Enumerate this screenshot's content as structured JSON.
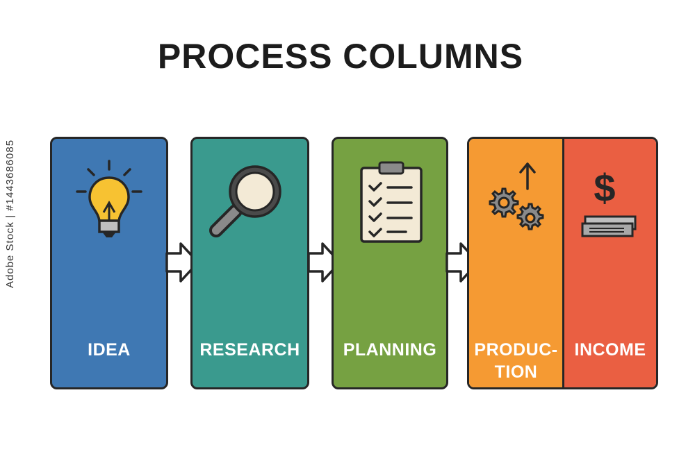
{
  "title": "PROCESS COLUMNS",
  "steps": [
    {
      "label": "IDEA",
      "color": "#3f78b3",
      "icon": "lightbulb-icon"
    },
    {
      "label": "RESEARCH",
      "color": "#3a9a8e",
      "icon": "magnifier-icon"
    },
    {
      "label": "PLANNING",
      "color": "#76a142",
      "icon": "clipboard-checklist-icon"
    },
    {
      "label": "PRODUC-\nTION",
      "color": "#f59a33",
      "icon": "gears-arrow-up-icon"
    },
    {
      "label": "INCOME",
      "color": "#ea5f42",
      "icon": "dollar-money-icon"
    }
  ],
  "side_text": "Adobe Stock | #1443686085",
  "colors": {
    "outline": "#262626",
    "arrow_fill": "#ffffff"
  }
}
